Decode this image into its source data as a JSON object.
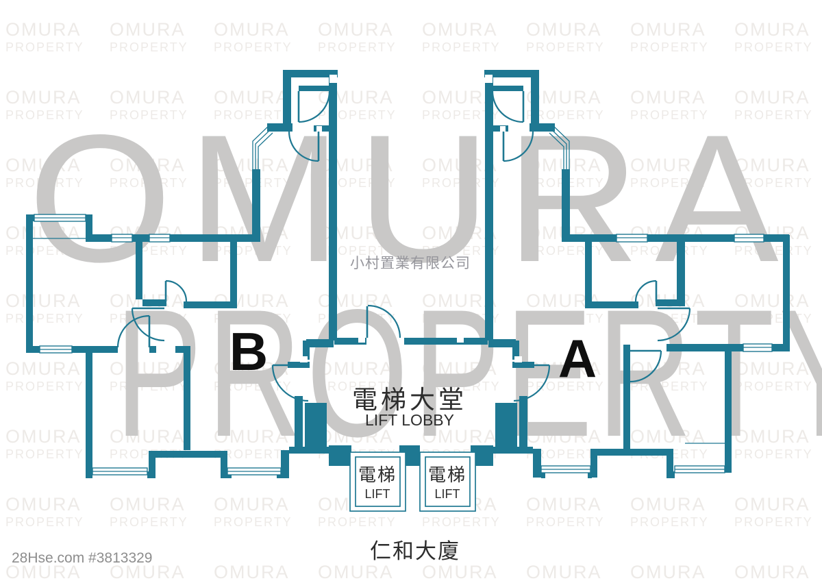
{
  "colors": {
    "wall": "#1e7892",
    "label_dark": "#2d2d2d",
    "unit_label": "#0f0f0f",
    "watermark_giant": "#c9c8c7",
    "watermark_tile": "#edeae7",
    "agency_gray": "#96969c",
    "footer_gray": "#8d8d8d"
  },
  "watermark": {
    "line1": "OMURA",
    "line2": "PROPERTY"
  },
  "agency": {
    "name": "小村置業有限公司"
  },
  "units": {
    "b": "B",
    "a": "A"
  },
  "lift_lobby": {
    "zh": "電梯大堂",
    "en": "LIFT LOBBY"
  },
  "lifts": [
    {
      "zh": "電梯",
      "en": "LIFT"
    },
    {
      "zh": "電梯",
      "en": "LIFT"
    }
  ],
  "building": {
    "name": "仁和大廈"
  },
  "footer": {
    "listing": "28Hse.com #3813329"
  }
}
